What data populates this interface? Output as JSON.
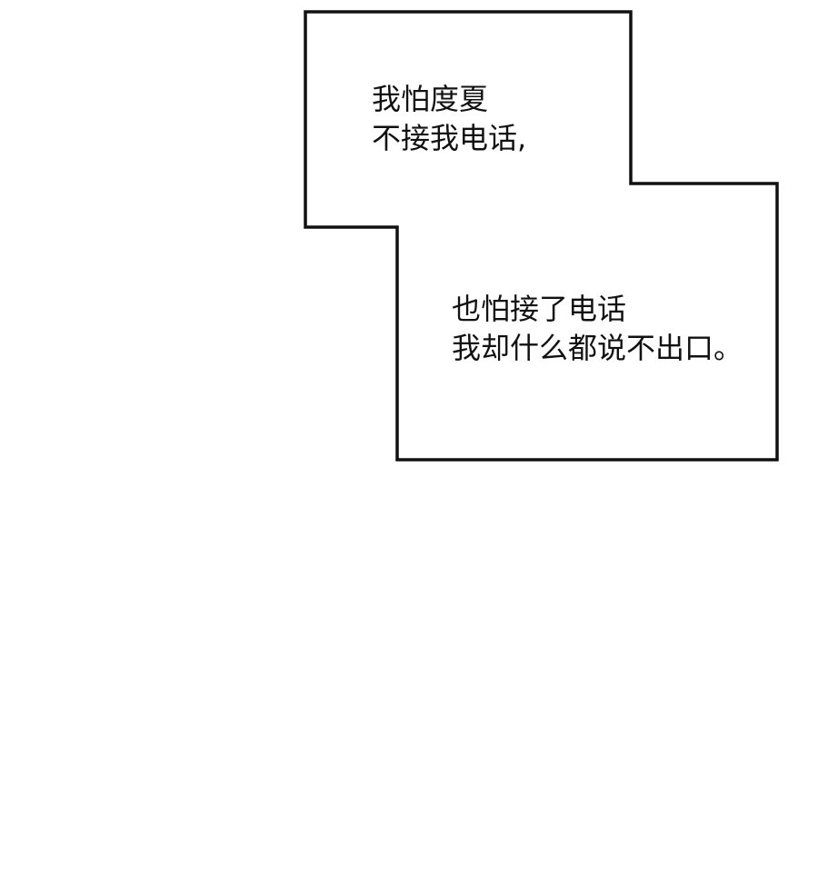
{
  "caption_box": {
    "lines_upper": [
      "我怕度夏",
      "不接我电话,"
    ],
    "lines_lower": [
      "也怕接了电话",
      "我却什么都说不出口。"
    ]
  },
  "colors": {
    "background": "#ffffff",
    "border": "#111111",
    "text": "#111111"
  }
}
